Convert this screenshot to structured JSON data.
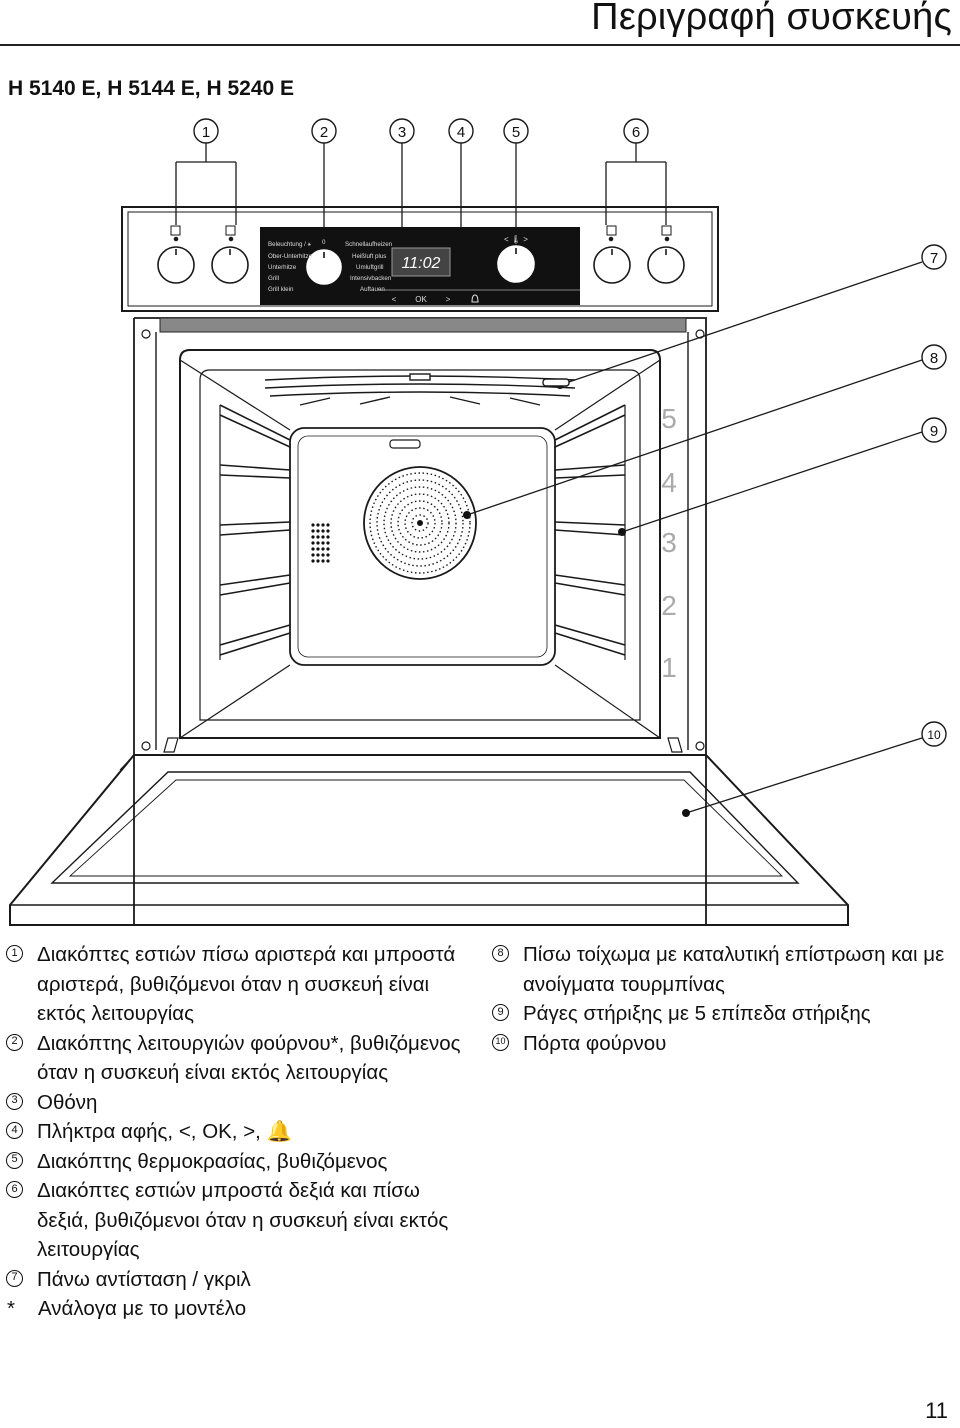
{
  "header": {
    "title": "Περιγραφή συσκευής"
  },
  "models": "H 5140 E, H 5144 E, H 5240 E",
  "diagram": {
    "callouts": [
      "1",
      "2",
      "3",
      "4",
      "5",
      "6",
      "7",
      "8",
      "9",
      "10"
    ],
    "shelf_levels": [
      "5",
      "4",
      "3",
      "2",
      "1"
    ],
    "panel": {
      "display_time": "11:02",
      "left_labels": [
        "Beleuchtung / ⚹",
        "Ober-Unterhitze",
        "Unterhitze",
        "Grill",
        "Grill klein"
      ],
      "right_labels": [
        "Schnellaufheizen",
        "Heißluft plus",
        "Umluftgrill",
        "Intensivbacken",
        "Auftauen"
      ],
      "zero_label": "0",
      "touch_keys": [
        "<",
        "OK",
        ">",
        "bell-icon"
      ],
      "temp_label": "< 🌡 >"
    }
  },
  "legend_left": [
    {
      "n": "1",
      "text": "Διακόπτες εστιών πίσω αριστερά και μπροστά αριστερά, βυθιζόμενοι όταν η συσκευή είναι εκτός λειτουργίας"
    },
    {
      "n": "2",
      "text": "Διακόπτης λειτουργιών φούρνου*, βυθιζόμενος όταν η συσκευή είναι εκτός λειτουργίας"
    },
    {
      "n": "3",
      "text": "Οθόνη"
    },
    {
      "n": "4",
      "text": "Πλήκτρα αφής, <, OK, >, 🔔"
    },
    {
      "n": "5",
      "text": "Διακόπτης θερμοκρασίας, βυθιζόμενος"
    },
    {
      "n": "6",
      "text": "Διακόπτες εστιών μπροστά δεξιά και πίσω δεξιά, βυθιζόμενοι όταν η συσκευή είναι εκτός λειτουργίας"
    },
    {
      "n": "7",
      "text": "Πάνω αντίσταση / γκριλ"
    }
  ],
  "legend_right": [
    {
      "n": "8",
      "text": "Πίσω τοίχωμα με καταλυτική επίστρωση και με ανοίγματα τουρμπίνας"
    },
    {
      "n": "9",
      "text": "Ράγες στήριξης με 5 επίπεδα στήριξης"
    },
    {
      "n": "10",
      "text": "Πόρτα φούρνου"
    }
  ],
  "footnote": {
    "star": "*",
    "text": "Ανάλογα με το μοντέλο"
  },
  "page_number": "11"
}
